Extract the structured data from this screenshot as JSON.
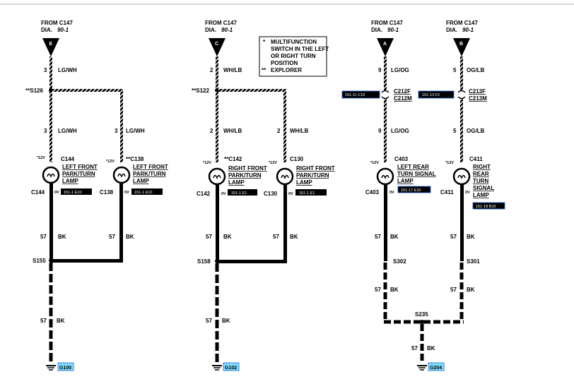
{
  "page": {
    "top_rule_color": "#999999"
  },
  "colors": {
    "wire": "#000000",
    "ground_label_bg": "#80dfff",
    "ref_box_bg": "#000000",
    "ref_box_border": "#1e5fd8"
  },
  "feeds": {
    "e": {
      "from": "FROM C147",
      "dia": "DIA.",
      "dia_num": "90-1",
      "pin": "E"
    },
    "c": {
      "from": "FROM C147",
      "dia": "DIA.",
      "dia_num": "90-1",
      "pin": "C"
    },
    "a": {
      "from": "FROM C147",
      "dia": "DIA.",
      "dia_num": "90-1",
      "pin": "A"
    },
    "b": {
      "from": "FROM C147",
      "dia": "DIA.",
      "dia_num": "90-1",
      "pin": "B"
    }
  },
  "notes": {
    "l1": "MULTIFUNCTION",
    "l2": "SWITCH IN THE LEFT",
    "l3": "OR RIGHT TURN",
    "l4": "POSITION",
    "l5": "EXPLORER",
    "star": "*",
    "dstar": "**"
  },
  "wires": {
    "e_top": {
      "circuit": "3",
      "color": "LG/WH"
    },
    "e_left": {
      "circuit": "3",
      "color": "LG/WH"
    },
    "e_right": {
      "circuit": "3",
      "color": "LG/WH"
    },
    "c_top": {
      "circuit": "2",
      "color": "WH/LB"
    },
    "c_left": {
      "circuit": "2",
      "color": "WH/LB"
    },
    "c_right": {
      "circuit": "2",
      "color": "WH/LB"
    },
    "a_top": {
      "circuit": "9",
      "color": "LG/OG"
    },
    "a_mid": {
      "circuit": "9",
      "color": "LG/OG"
    },
    "b_top": {
      "circuit": "5",
      "color": "OG/LB"
    },
    "b_mid": {
      "circuit": "5",
      "color": "OG/LB"
    },
    "g1_l": {
      "circuit": "57",
      "color": "BK"
    },
    "g1_r": {
      "circuit": "57",
      "color": "BK"
    },
    "g1_bot": {
      "circuit": "57",
      "color": "BK"
    },
    "g2_l": {
      "circuit": "57",
      "color": "BK"
    },
    "g2_r": {
      "circuit": "57",
      "color": "BK"
    },
    "g2_bot": {
      "circuit": "57",
      "color": "BK"
    },
    "g3_l1": {
      "circuit": "57",
      "color": "BK"
    },
    "g3_l2": {
      "circuit": "57",
      "color": "BK"
    },
    "g3_r1": {
      "circuit": "57",
      "color": "BK"
    },
    "g3_r2": {
      "circuit": "57",
      "color": "BK"
    },
    "g3_bot": {
      "circuit": "57",
      "color": "BK"
    }
  },
  "splices": {
    "s126": "**S126",
    "s122": "**S122",
    "s155": "S155",
    "s158": "S158",
    "s302": "S302",
    "s301": "S301",
    "s235": "S235"
  },
  "connectors": {
    "c212f": "C212F",
    "c212m": "C212M",
    "c213f": "C213F",
    "c213m": "C213M",
    "ref_c212": "151-11 C10",
    "ref_c213": "151-13 F2"
  },
  "lamps": {
    "lf": {
      "volt": "*12V",
      "conn": "C144",
      "l1": "LEFT FRONT",
      "l2": "PARK/TURN",
      "l3": "LAMP",
      "ov": "0V",
      "conn_b": "C144",
      "ref": "151-1 E10"
    },
    "lf2": {
      "volt": "*12V",
      "conn": "**C138",
      "l1": "LEFT FRONT",
      "l2": "PARK/TURN",
      "l3": "LAMP",
      "ov": "0V",
      "conn_b": "C138",
      "ref": "151-1 E10"
    },
    "rf": {
      "volt": "*12V",
      "conn": "**C142",
      "l1": "RIGHT FRONT",
      "l2": "PARK/TURN",
      "l3": "LAMP",
      "ov": "0V",
      "conn_b": "C142",
      "ref": "151-1 E1"
    },
    "rf2": {
      "volt": "*12V",
      "conn": "C130",
      "l1": "RIGHT FRONT",
      "l2": "PARK/TURN",
      "l3": "LAMP",
      "ov": "0V",
      "conn_b": "C130",
      "ref": "151-1 E1"
    },
    "lr": {
      "volt": "*12V",
      "conn": "C403",
      "l1": "LEFT REAR",
      "l2": "TURN SIGNAL",
      "l3": "LAMP",
      "ov": "0V",
      "conn_b": "C403",
      "ref": "151-17 E10"
    },
    "rr": {
      "volt": "*12V",
      "conn": "C411",
      "l1": "RIGHT",
      "l2": "REAR",
      "l2b": "TURN",
      "l2c": "SIGNAL",
      "l3": "LAMP",
      "ov": "0V",
      "conn_b": "C411",
      "ref": "151-18 B10"
    }
  },
  "grounds": {
    "g100": "G100",
    "g102": "G102",
    "g204": "G204"
  }
}
